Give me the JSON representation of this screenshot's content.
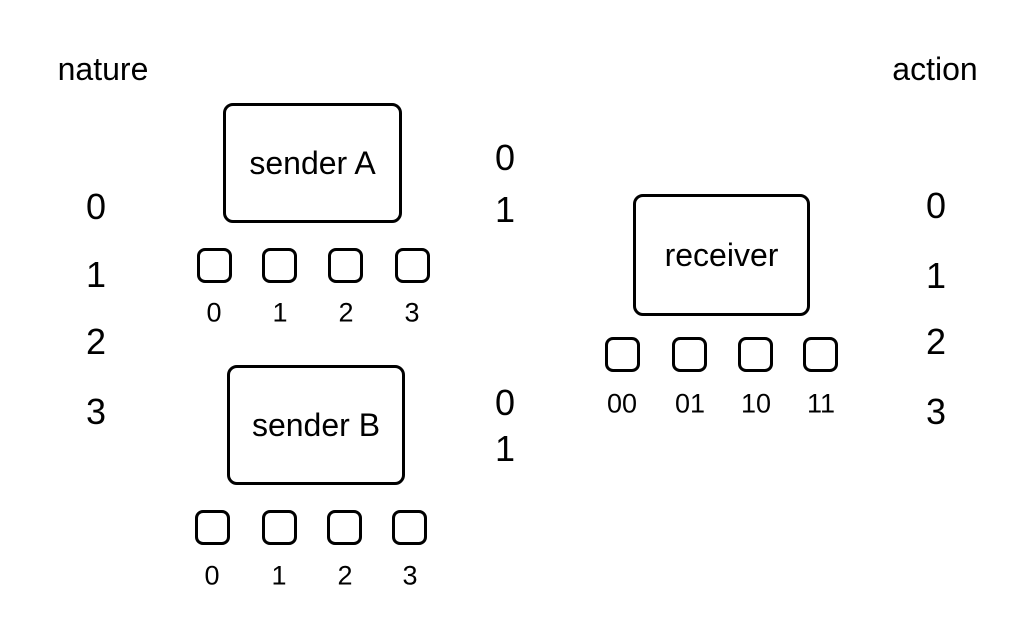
{
  "colors": {
    "ink": "#000000",
    "background": "#ffffff"
  },
  "headers": {
    "left": "nature",
    "right": "action"
  },
  "nature_states": [
    "0",
    "1",
    "2",
    "3"
  ],
  "action_states": [
    "0",
    "1",
    "2",
    "3"
  ],
  "sender_a": {
    "label": "sender A",
    "signals": [
      "0",
      "1"
    ],
    "state_slots": [
      "0",
      "1",
      "2",
      "3"
    ]
  },
  "sender_b": {
    "label": "sender B",
    "signals": [
      "0",
      "1"
    ],
    "state_slots": [
      "0",
      "1",
      "2",
      "3"
    ]
  },
  "receiver": {
    "label": "receiver",
    "message_slots": [
      "00",
      "01",
      "10",
      "11"
    ]
  }
}
